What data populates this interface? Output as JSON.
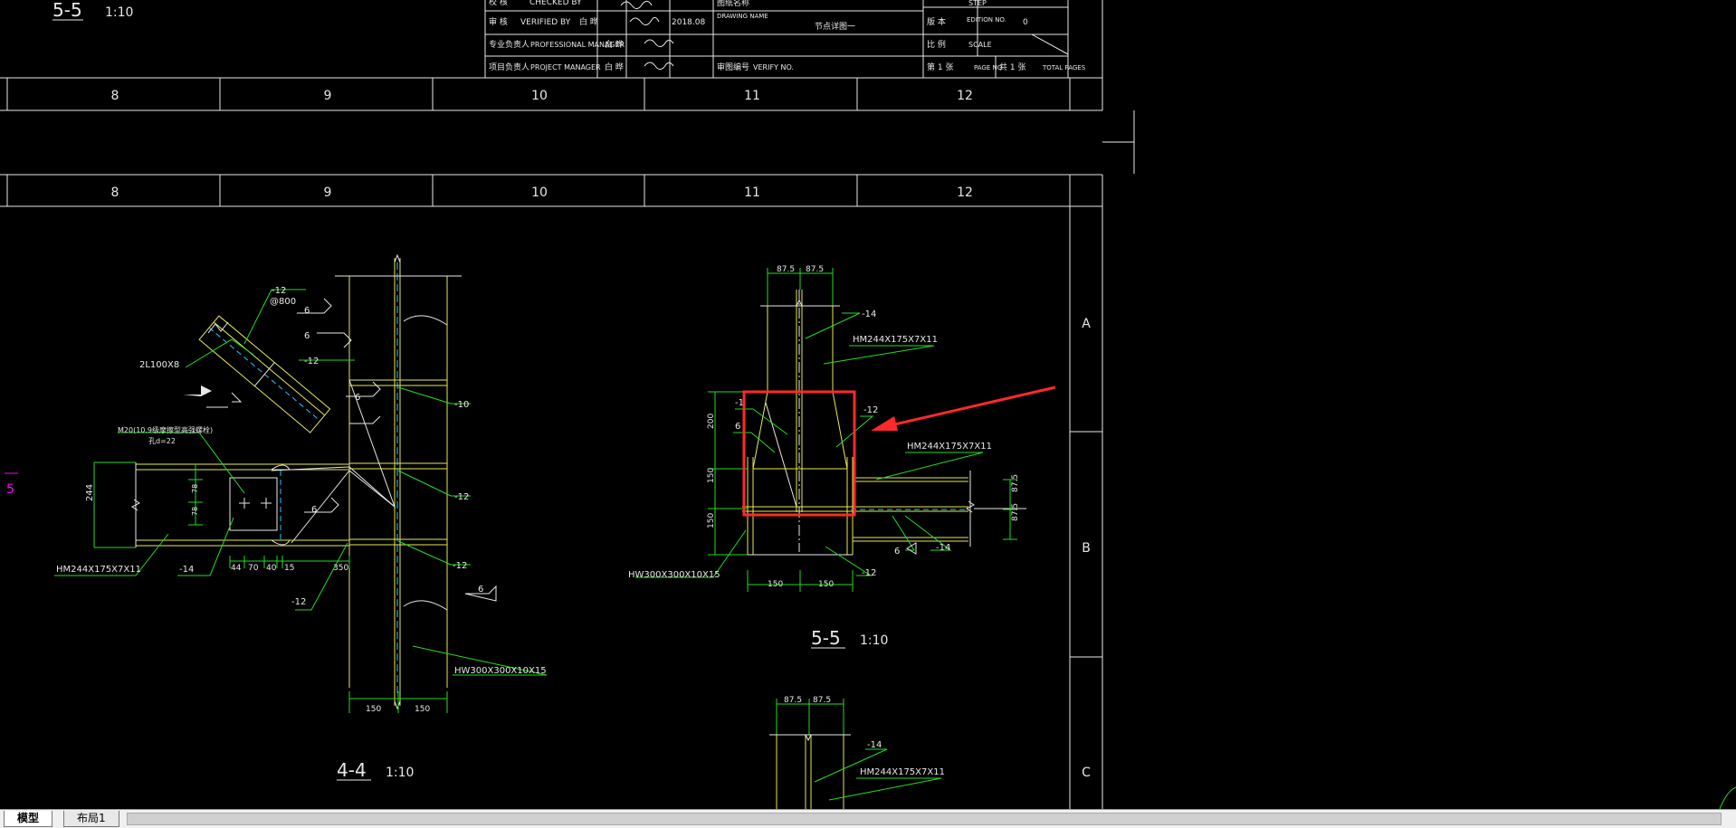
{
  "title_block": {
    "checked_label": "校    核",
    "checked_en": "CHECKED BY",
    "verified_label": "审    核",
    "verified_en": "VERIFIED BY",
    "verified_name": "白  晔",
    "verified_date": "2018.08",
    "specialty_label": "专业负责人",
    "specialty_en": "PROFESSIONAL MANAGER",
    "specialty_name": "白  晔",
    "project_label": "项目负责人",
    "project_en": "PROJECT MANAGER",
    "project_name": "白  晔",
    "drawing_name_label": "图纸名称",
    "drawing_name_en": "DRAWING NAME",
    "drawing_name_value": "节点详图一",
    "verify_no_label": "审图编号",
    "verify_no_en": "VERIFY NO.",
    "step_en": "STEP",
    "edition_label": "版    本",
    "edition_en": "EDITION NO.",
    "edition_value": "0",
    "scale_label": "比    例",
    "scale_en": "SCALE",
    "page_label": "第  1  张",
    "page_en": "PAGE NO.",
    "total_label": "共  1  张",
    "total_en": "TOTAL PAGES"
  },
  "grid_columns": [
    "8",
    "9",
    "10",
    "11",
    "12"
  ],
  "grid_rows": [
    "A",
    "B",
    "C"
  ],
  "top_section_title": "5-5",
  "top_section_scale": "1:10",
  "left_marker": "5",
  "detail_4_4": {
    "title": "4-4",
    "scale": "1:10",
    "labels": {
      "plate12_top": "-12",
      "spacing": "@800",
      "angle": "2L100X8",
      "weld6_a": "6",
      "weld6_b": "6",
      "plate12_b": "-12",
      "weld6_c": "6",
      "plate10": "-10",
      "bolt_note_1": "M20(10.9级摩擦型高强螺栓)",
      "bolt_note_2": "孔d=22",
      "plate12_c": "-12",
      "dim244": "244",
      "dim78a": "78",
      "dim78b": "78",
      "beam": "HM244X175X7X11",
      "plate14": "-14",
      "dim44": "44",
      "dim70": "70",
      "dim40": "40",
      "dim15": "15",
      "dim350": "350",
      "plate12_d": "-12",
      "plate12_e": "-12",
      "weld6_d": "6",
      "weld6_e": "6",
      "column": "HW300X300X10X15",
      "dim150a": "150",
      "dim150b": "150"
    }
  },
  "detail_5_5": {
    "title": "5-5",
    "scale": "1:10",
    "labels": {
      "dim875a": "87.5",
      "dim875b": "87.5",
      "plate14_top": "-14",
      "beam_top": "HM244X175X7X11",
      "plate1": "-1",
      "weld6": "6",
      "plate12": "-12",
      "dim200": "200",
      "beam_right": "HM244X175X7X11",
      "dim150_v1": "150",
      "dim150_v2": "150",
      "dim875c": "87.5",
      "dim875d": "87.5",
      "plate14_right": "-14",
      "weld6_b": "6",
      "column": "HW300X300X10X15",
      "plate12_b": "-12",
      "dim150a": "150",
      "dim150b": "150"
    }
  },
  "detail_lower": {
    "dim875a": "87.5",
    "dim875b": "87.5",
    "plate14": "-14",
    "beam": "HM244X175X7X11"
  },
  "annotation_color": "#ff2a2a",
  "tabs": [
    {
      "label": "模型",
      "active": true
    },
    {
      "label": "布局1",
      "active": false
    }
  ]
}
